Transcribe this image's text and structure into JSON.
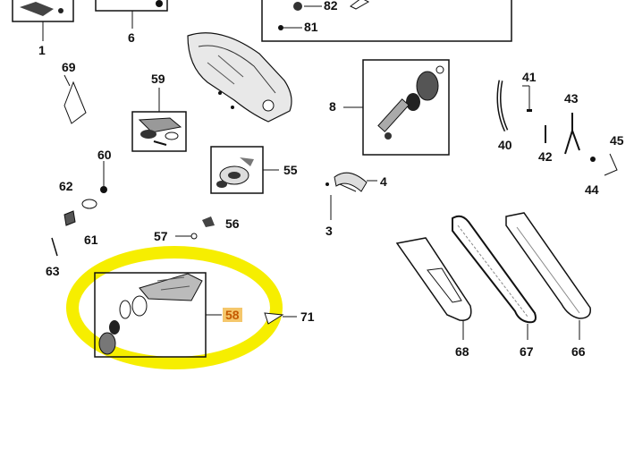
{
  "diagram": {
    "part_labels": {
      "p1": "1",
      "p3": "3",
      "p4": "4",
      "p6": "6",
      "p8": "8",
      "p40": "40",
      "p41": "41",
      "p42": "42",
      "p43": "43",
      "p44": "44",
      "p45": "45",
      "p55": "55",
      "p56": "56",
      "p57": "57",
      "p58": "58",
      "p59": "59",
      "p60": "60",
      "p61": "61",
      "p62": "62",
      "p63": "63",
      "p66": "66",
      "p67": "67",
      "p68": "68",
      "p69": "69",
      "p71": "71",
      "p81": "81",
      "p82": "82"
    },
    "highlight": {
      "color": "#f6ee00",
      "target_label": "58"
    }
  }
}
